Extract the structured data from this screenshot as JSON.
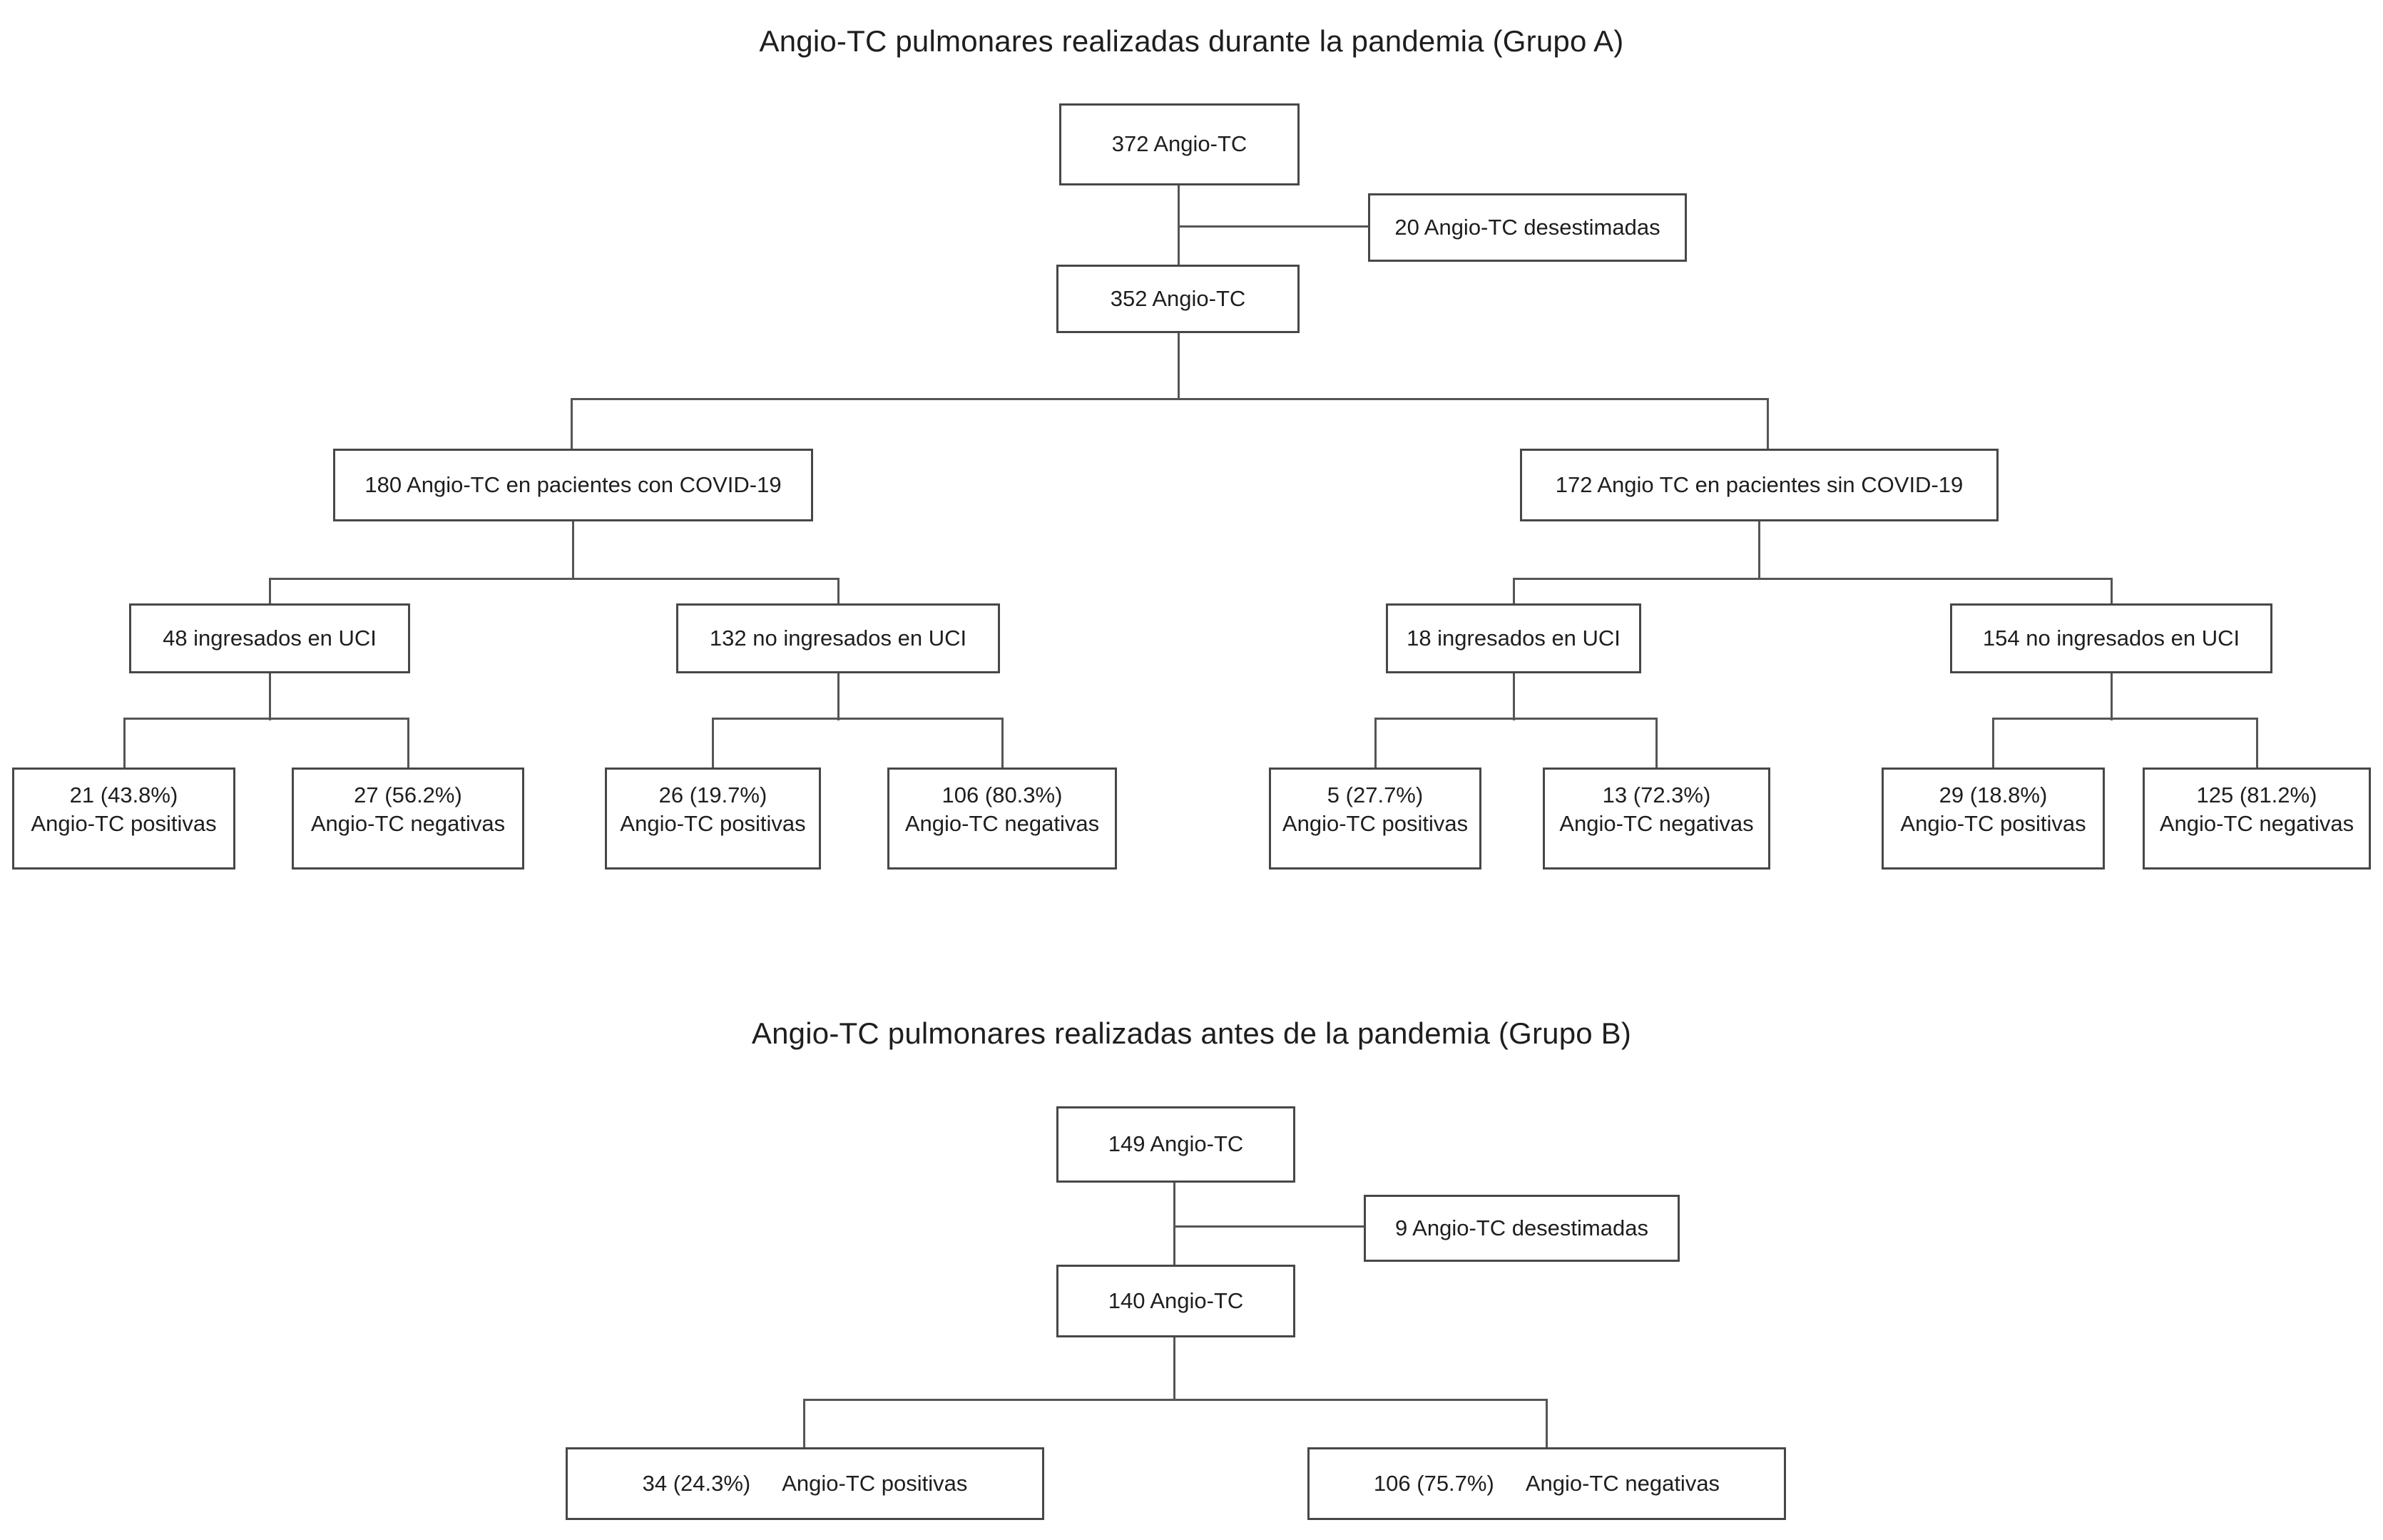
{
  "group_a": {
    "title": "Angio-TC pulmonares realizadas durante la pandemia (Grupo A)",
    "root": "372 Angio-TC",
    "discarded": "20 Angio-TC desestimadas",
    "accepted": "352 Angio-TC",
    "covid": "180 Angio-TC en pacientes con COVID-19",
    "no_covid": "172 Angio TC en pacientes sin COVID-19",
    "covid_icu": "48 ingresados en UCI",
    "covid_no_icu": "132 no ingresados en UCI",
    "no_covid_icu": "18 ingresados en UCI",
    "no_covid_no_icu": "154 no ingresados en UCI",
    "leaves": [
      {
        "value": "21 (43.8%)",
        "label": "Angio-TC positivas"
      },
      {
        "value": "27 (56.2%)",
        "label": "Angio-TC negativas"
      },
      {
        "value": "26 (19.7%)",
        "label": "Angio-TC positivas"
      },
      {
        "value": "106 (80.3%)",
        "label": "Angio-TC negativas"
      },
      {
        "value": "5 (27.7%)",
        "label": "Angio-TC positivas"
      },
      {
        "value": "13 (72.3%)",
        "label": "Angio-TC negativas"
      },
      {
        "value": "29 (18.8%)",
        "label": "Angio-TC positivas"
      },
      {
        "value": "125 (81.2%)",
        "label": "Angio-TC negativas"
      }
    ]
  },
  "group_b": {
    "title": "Angio-TC pulmonares realizadas antes de la pandemia (Grupo B)",
    "root": "149 Angio-TC",
    "discarded": "9 Angio-TC desestimadas",
    "accepted": "140 Angio-TC",
    "positive": {
      "value": "34 (24.3%)",
      "label": "Angio-TC positivas"
    },
    "negative": {
      "value": "106 (75.7%)",
      "label": "Angio-TC negativas"
    }
  }
}
